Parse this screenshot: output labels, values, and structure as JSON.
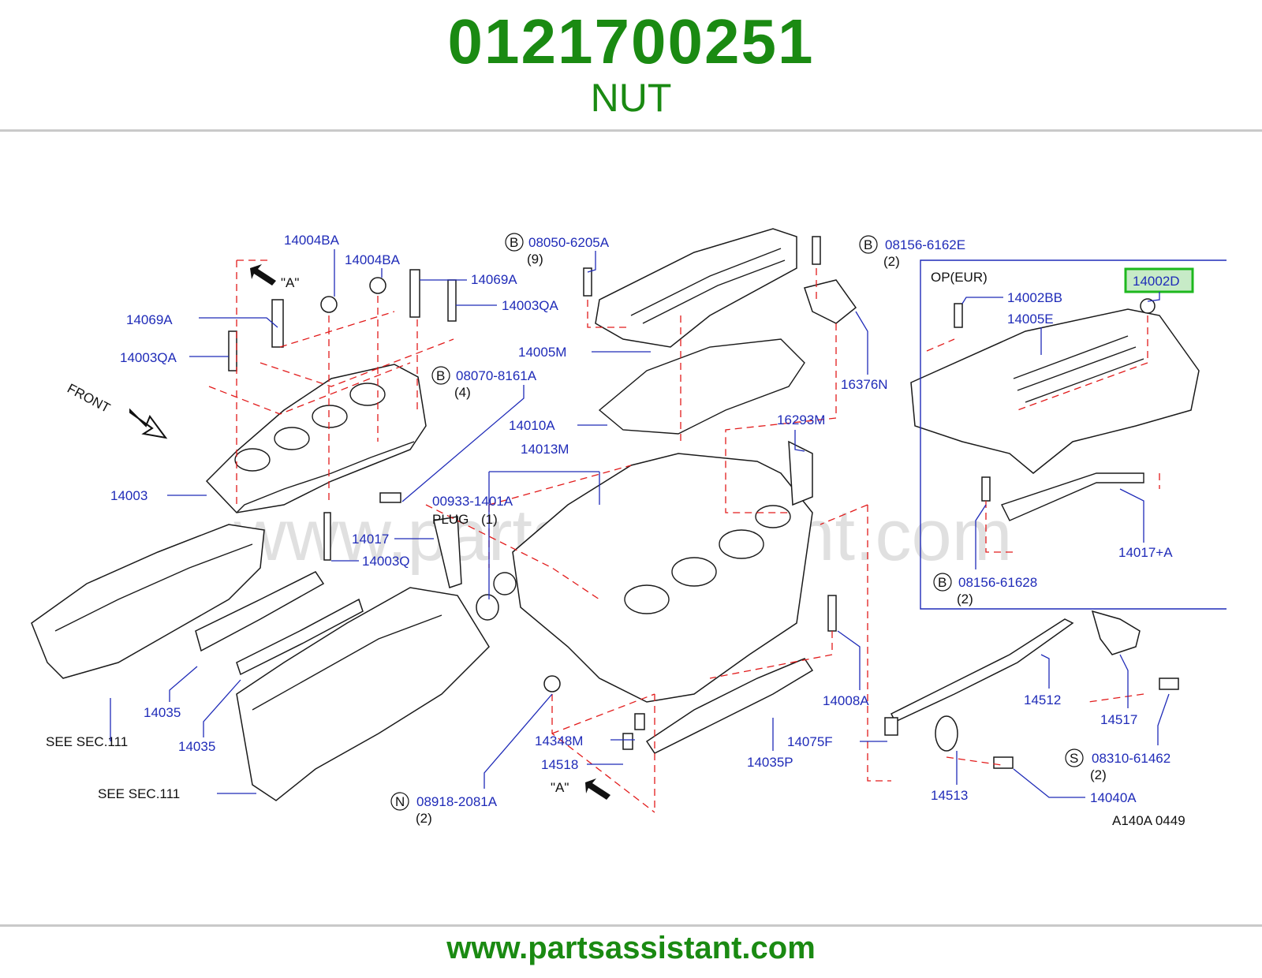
{
  "header": {
    "part_number": "0121700251",
    "part_name": "NUT"
  },
  "diagram": {
    "watermark": "www.partsassistant.com",
    "inset_title": "OP(EUR)",
    "highlighted_part": "14002D",
    "drawing_code": "A140A 0449",
    "view_labels": {
      "front": "FRONT",
      "view_a_top": "\"A\"",
      "view_a_bottom": "\"A\""
    },
    "callouts": [
      {
        "id": "c-14004ba-1",
        "text": "14004BA"
      },
      {
        "id": "c-14004ba-2",
        "text": "14004BA"
      },
      {
        "id": "c-14069a-1",
        "text": "14069A"
      },
      {
        "id": "c-14003qa-1",
        "text": "14003QA"
      },
      {
        "id": "c-14069a-2",
        "text": "14069A"
      },
      {
        "id": "c-14003qa-2",
        "text": "14003QA"
      },
      {
        "id": "c-08050",
        "text": "08050-6205A",
        "prefix": "B",
        "qty": "(9)"
      },
      {
        "id": "c-08070",
        "text": "08070-8161A",
        "prefix": "B",
        "qty": "(4)"
      },
      {
        "id": "c-08156-6162e",
        "text": "08156-6162E",
        "prefix": "B",
        "qty": "(2)"
      },
      {
        "id": "c-14005m",
        "text": "14005M"
      },
      {
        "id": "c-16376n",
        "text": "16376N"
      },
      {
        "id": "c-14010a",
        "text": "14010A"
      },
      {
        "id": "c-14013m",
        "text": "14013M"
      },
      {
        "id": "c-16293m",
        "text": "16293M"
      },
      {
        "id": "c-14003",
        "text": "14003"
      },
      {
        "id": "c-00933",
        "text": "00933-1401A"
      },
      {
        "id": "c-14017",
        "text": "14017"
      },
      {
        "id": "c-14003q",
        "text": "14003Q"
      },
      {
        "id": "c-14035-1",
        "text": "14035"
      },
      {
        "id": "c-14035-2",
        "text": "14035"
      },
      {
        "id": "c-14348m",
        "text": "14348M"
      },
      {
        "id": "c-14518",
        "text": "14518"
      },
      {
        "id": "c-08918",
        "text": "08918-2081A",
        "prefix": "N",
        "qty": "(2)"
      },
      {
        "id": "c-14008a",
        "text": "14008A"
      },
      {
        "id": "c-14075f",
        "text": "14075F"
      },
      {
        "id": "c-14035p",
        "text": "14035P"
      },
      {
        "id": "c-14512",
        "text": "14512"
      },
      {
        "id": "c-14517",
        "text": "14517"
      },
      {
        "id": "c-14513",
        "text": "14513"
      },
      {
        "id": "c-14040a",
        "text": "14040A"
      },
      {
        "id": "c-08310",
        "text": "08310-61462",
        "prefix": "S",
        "qty": "(2)"
      },
      {
        "id": "c-14002bb",
        "text": "14002BB"
      },
      {
        "id": "c-14005e",
        "text": "14005E"
      },
      {
        "id": "c-14017a",
        "text": "14017+A"
      },
      {
        "id": "c-08156-61628",
        "text": "08156-61628",
        "prefix": "B",
        "qty": "(2)"
      }
    ],
    "plain_text": {
      "plug": "PLUG",
      "plug_qty": "(1)",
      "see_sec_1": "SEE   SEC.111",
      "see_sec_2": "SEE   SEC.111"
    }
  },
  "footer": {
    "url": "www.partsassistant.com"
  }
}
